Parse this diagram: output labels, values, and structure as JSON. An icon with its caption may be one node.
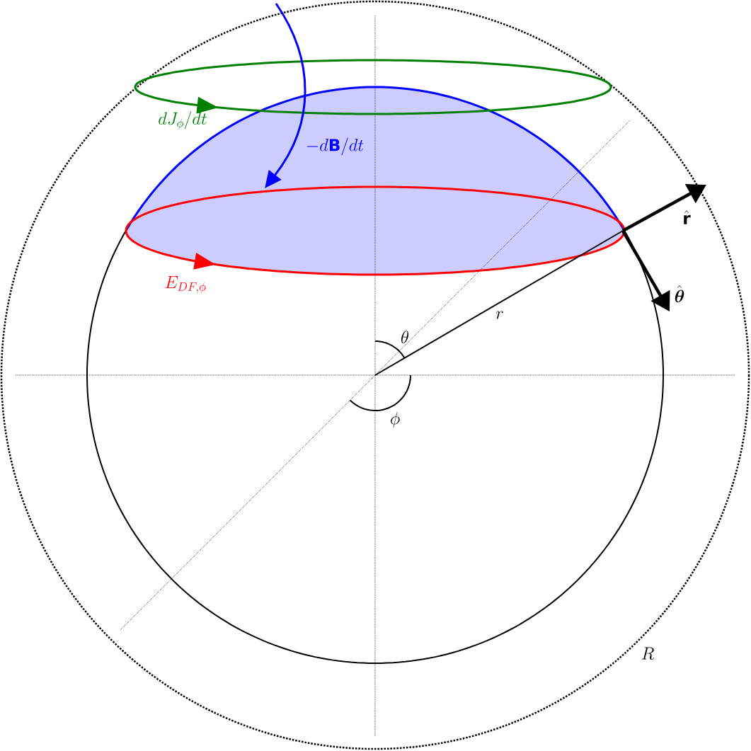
{
  "diagram": {
    "labels": [
      "dJ_\\phi/dt",
      "-d\\mathbf{B}/dt",
      "\\hat{\\mathbf{r}}",
      "E_{DF,\\phi}",
      "\\hat{\\boldsymbol{\\theta}}",
      "r",
      "\\theta",
      "\\phi",
      "R"
    ]
  }
}
